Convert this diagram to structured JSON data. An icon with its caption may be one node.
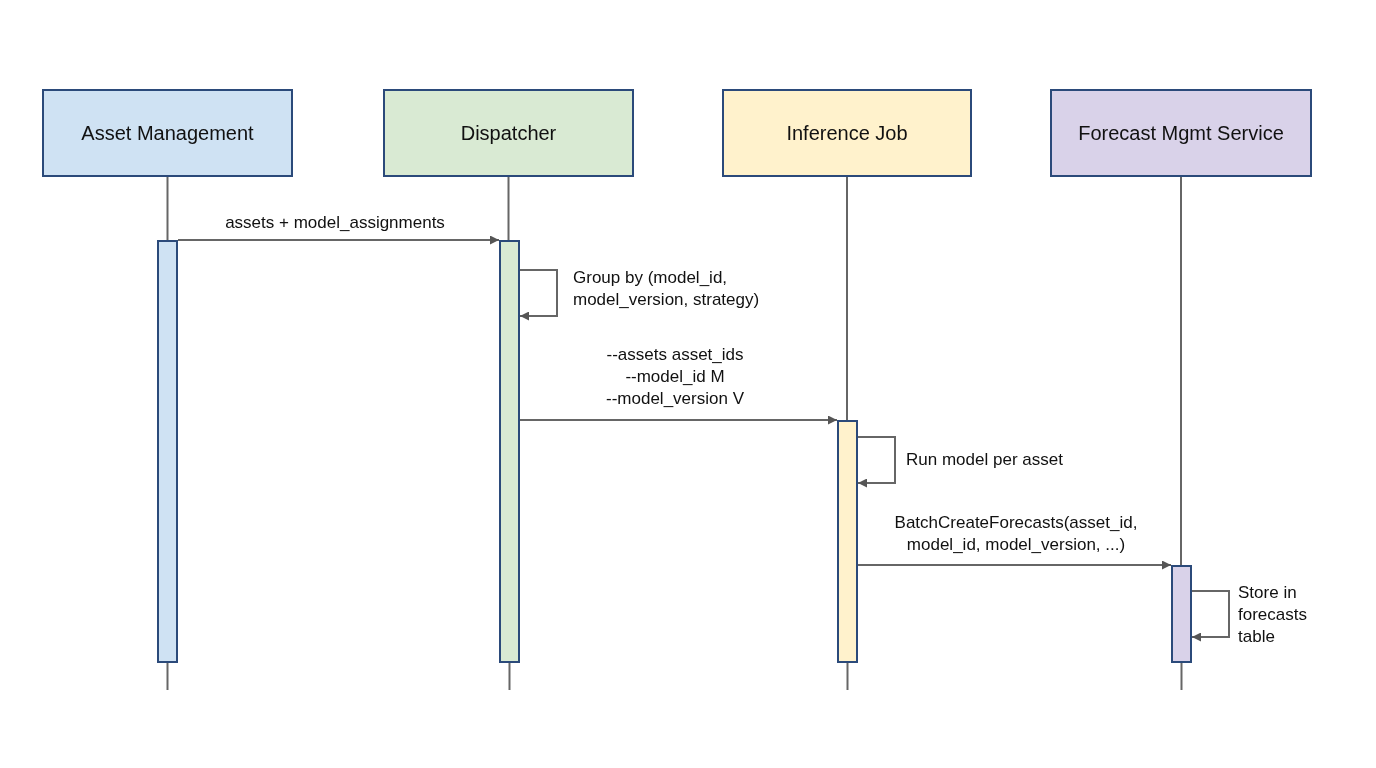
{
  "diagram": {
    "nodes": [
      {
        "text": [
          "Asset Management"
        ]
      },
      {
        "text": [
          "Dispatcher"
        ]
      },
      {
        "text": [
          "Inference Job"
        ]
      },
      {
        "text": [
          "Forecast Mgmt Service"
        ]
      },
      {
        "text": [],
        "shape": "bar"
      },
      {
        "text": [],
        "shape": "bar"
      },
      {
        "text": [],
        "shape": "bar"
      },
      {
        "text": [],
        "shape": "bar"
      }
    ],
    "edges": [
      {
        "from": 0,
        "to": 4,
        "arrow": "none"
      },
      {
        "from": 1,
        "to": 5,
        "arrow": "none"
      },
      {
        "from": 2,
        "to": 6,
        "arrow": "none"
      },
      {
        "from": 3,
        "to": 7,
        "arrow": "none"
      },
      {
        "from": 4,
        "to": 5,
        "arrow": "to",
        "label": "assets + model_assignments"
      },
      {
        "from": 5,
        "to": 5,
        "arrow": "to",
        "label": "Group by (model_id, model_version, strategy)"
      },
      {
        "from": 5,
        "to": 6,
        "arrow": "to",
        "label": "--assets asset_ids --model_id M --model_version V"
      },
      {
        "from": 6,
        "to": 6,
        "arrow": "to",
        "label": "Run model per asset"
      },
      {
        "from": 6,
        "to": 7,
        "arrow": "to",
        "label": "BatchCreateForecasts(asset_id, model_id, model_version, ...)"
      },
      {
        "from": 7,
        "to": 7,
        "arrow": "to",
        "label": "Store in forecasts table"
      }
    ]
  }
}
